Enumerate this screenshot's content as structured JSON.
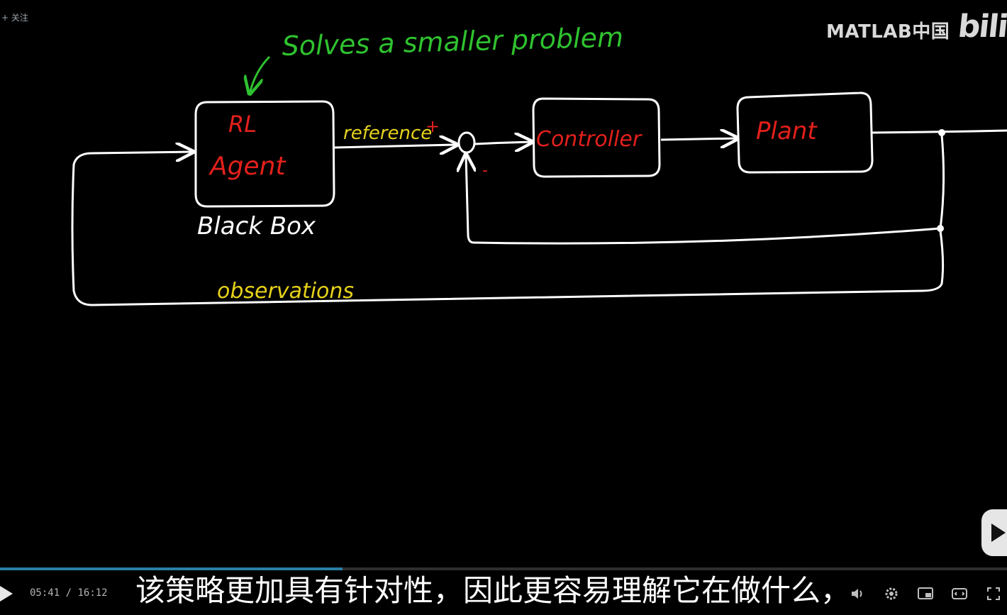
{
  "top_bar": {
    "follow_label": "+ 关注"
  },
  "watermark": {
    "text": "MATLAB中国",
    "site_logo": "bili"
  },
  "diagram": {
    "annotation": "Solves a smaller problem",
    "agent_line1": "RL",
    "agent_line2": "Agent",
    "agent_caption": "Black Box",
    "reference_label": "reference",
    "plus_sign": "+",
    "minus_sign": "-",
    "controller_label": "Controller",
    "plant_label": "Plant",
    "observations_label": "observations",
    "colors": {
      "annotation": "#2fc22f",
      "block_text": "#e3201b",
      "signal_text": "#e6d21a",
      "lines": "#ffffff",
      "caption": "#ffffff"
    }
  },
  "player": {
    "progress_fraction": 0.34,
    "time_current": "05:41",
    "time_separator": "/",
    "time_total": "16:12",
    "subtitle": "该策略更加具有针对性，因此更容易理解它在做什么，",
    "icons": [
      "play-icon",
      "volume-icon",
      "settings-icon",
      "picture-in-picture-icon",
      "widescreen-icon",
      "fullscreen-icon"
    ]
  }
}
